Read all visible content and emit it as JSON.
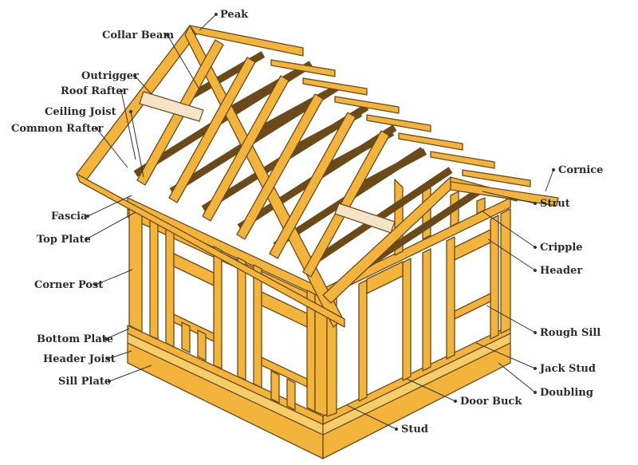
{
  "colors": {
    "wood": "#f3b43c",
    "wood_light": "#f7cd6a",
    "collar_beam": "#8fcf4a",
    "ceiling_joist": "#f08b70",
    "blocking": "#f6e4c8",
    "outline": "#6b4a1a"
  },
  "labels": {
    "peak": "Peak",
    "collar_beam": "Collar Beam",
    "outrigger": "Outrigger",
    "roof_rafter": "Roof Rafter",
    "ceiling_joist": "Ceiling Joist",
    "common_rafter": "Common Rafter",
    "fascia": "Fascia",
    "top_plate": "Top Plate",
    "corner_post": "Corner Post",
    "bottom_plate": "Bottom Plate",
    "header_joist": "Header Joist",
    "sill_plate": "Sill Plate",
    "cornice": "Cornice",
    "strut": "Strut",
    "cripple": "Cripple",
    "header": "Header",
    "rough_sill": "Rough Sill",
    "jack_stud": "Jack Stud",
    "doubling": "Doubling",
    "door_buck": "Door Buck",
    "stud": "Stud"
  }
}
